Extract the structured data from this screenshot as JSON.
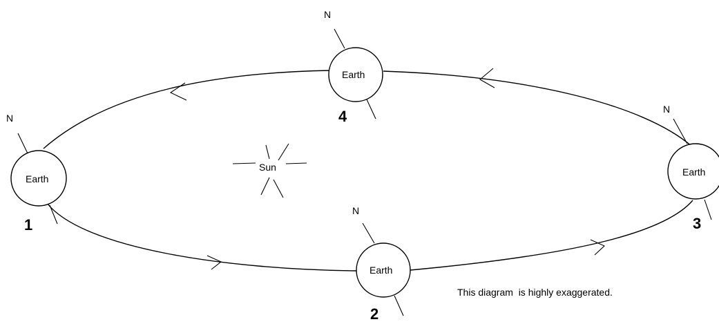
{
  "sun": {
    "label": "Sun"
  },
  "earths": [
    {
      "label": "Earth",
      "position_number": "1",
      "north_label": "N"
    },
    {
      "label": "Earth",
      "position_number": "2",
      "north_label": "N"
    },
    {
      "label": "Earth",
      "position_number": "3",
      "north_label": "N"
    },
    {
      "label": "Earth",
      "position_number": "4",
      "north_label": "N"
    }
  ],
  "note": "This diagram  is highly exaggerated."
}
